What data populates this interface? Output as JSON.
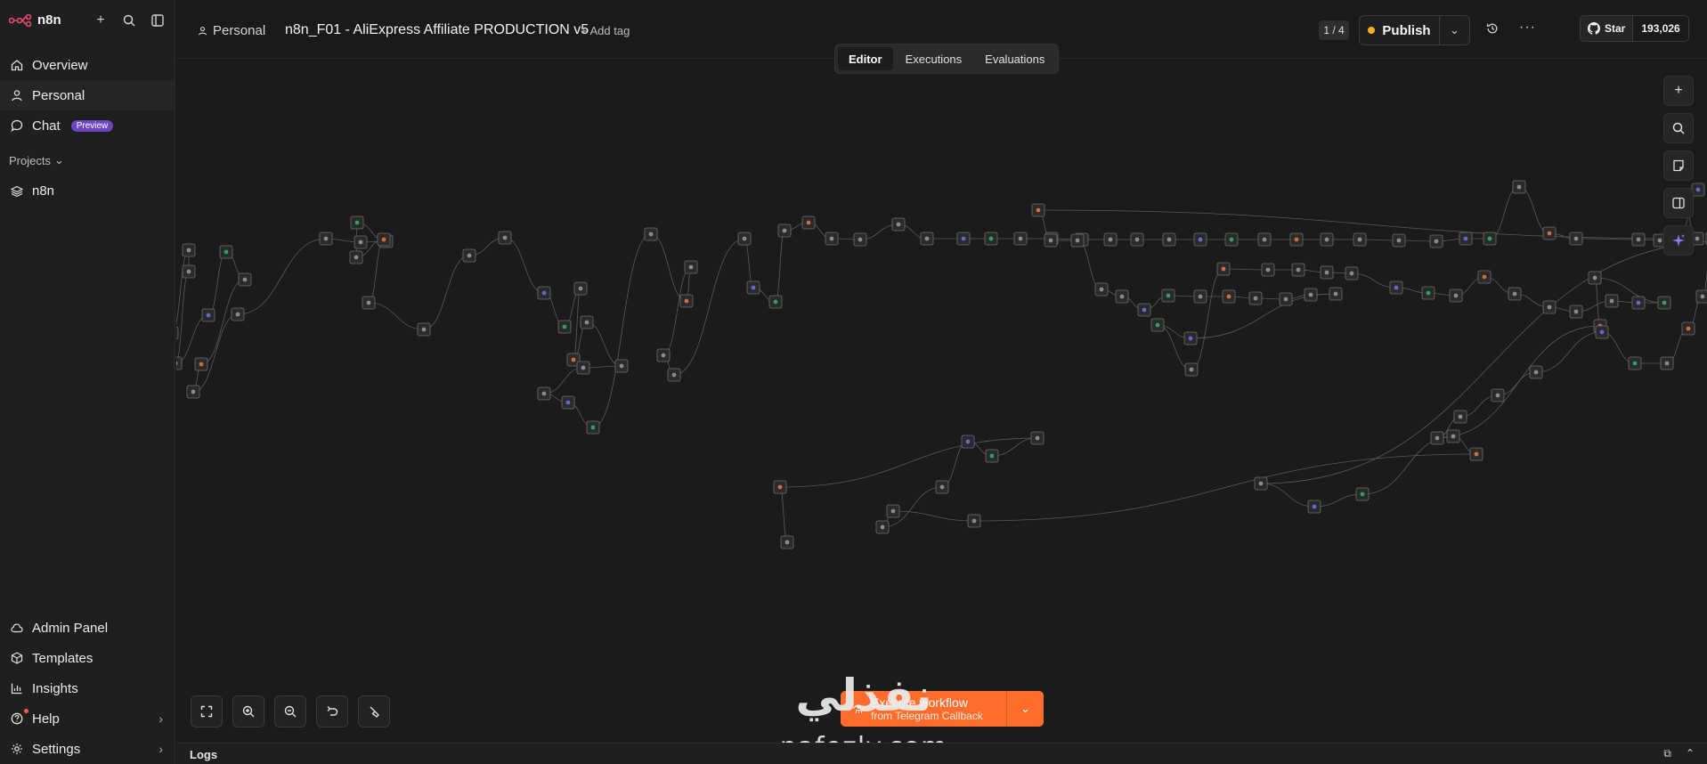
{
  "app": {
    "brand": "n8n"
  },
  "sidebar": {
    "nav": [
      {
        "label": "Overview",
        "icon": "home-icon"
      },
      {
        "label": "Personal",
        "icon": "user-icon"
      },
      {
        "label": "Chat",
        "icon": "chat-icon",
        "badge": "Preview"
      }
    ],
    "projects_label": "Projects",
    "project_items": [
      {
        "label": "n8n",
        "icon": "layers-icon"
      }
    ],
    "bottom_nav": [
      {
        "label": "Admin Panel",
        "icon": "cloud-icon"
      },
      {
        "label": "Templates",
        "icon": "box-icon"
      },
      {
        "label": "Insights",
        "icon": "bar-chart-icon"
      },
      {
        "label": "Help",
        "icon": "help-icon"
      },
      {
        "label": "Settings",
        "icon": "gear-icon"
      }
    ]
  },
  "header": {
    "breadcrumb": "Personal",
    "title": "n8n_F01 - AliExpress Affiliate PRODUCTION v5",
    "add_tag": "+ Add tag",
    "pager": "1 / 4",
    "publish": "Publish",
    "github_star": "Star",
    "github_count": "193,026"
  },
  "tabs": [
    {
      "label": "Editor",
      "active": true
    },
    {
      "label": "Executions",
      "active": false
    },
    {
      "label": "Evaluations",
      "active": false
    }
  ],
  "execute": {
    "line1": "Execute workflow",
    "line2": "from Telegram Callback"
  },
  "logs": {
    "label": "Logs"
  },
  "watermark": {
    "arabic": "نفذلي",
    "latin": "nafezly.com"
  },
  "colors": {
    "accent": "#ff6d2d",
    "publish_dot": "#f2b01e",
    "preview_badge": "#6b46c1",
    "canvas": "#1b1b1b"
  }
}
